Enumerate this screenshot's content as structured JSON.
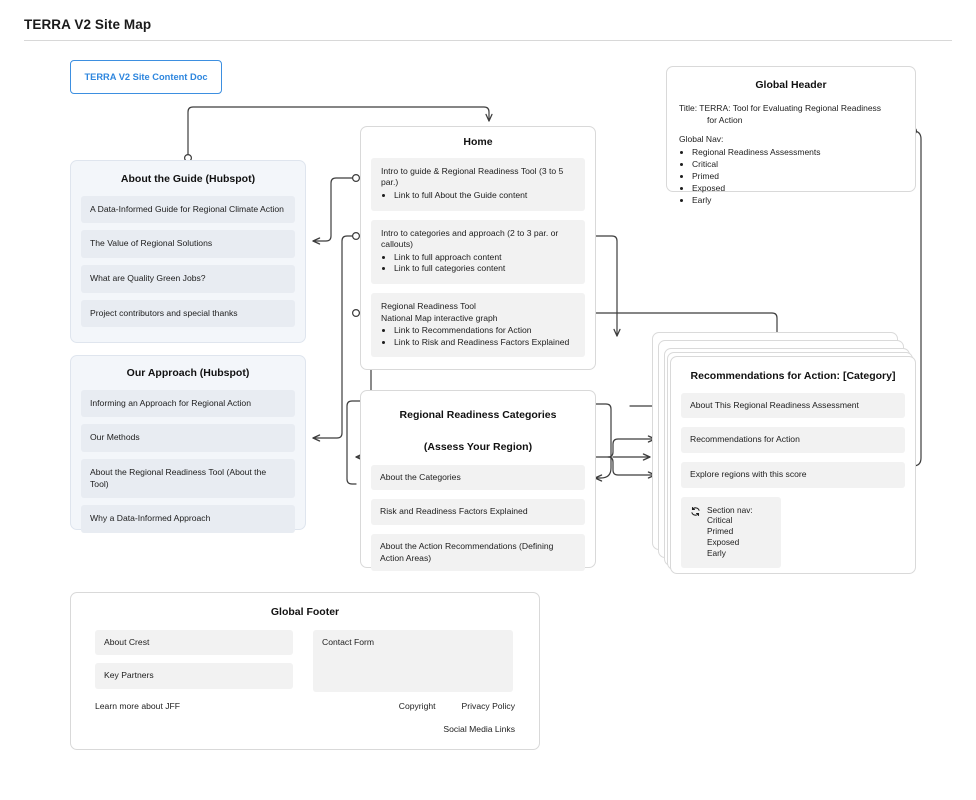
{
  "page": {
    "title": "TERRA V2 Site Map",
    "doc_link": "TERRA V2 Site Content Doc",
    "accent_blue": "#2e86de",
    "wire_color": "#3c3c3c"
  },
  "home": {
    "title": "Home",
    "blocks": [
      {
        "heading": "Intro to guide & Regional Readiness Tool (3 to 5 par.)",
        "bullets": [
          "Link to full About the Guide content"
        ]
      },
      {
        "heading": "Intro to categories and  approach (2 to 3 par. or callouts)",
        "bullets": [
          "Link to full approach content",
          "Link to full categories content"
        ]
      },
      {
        "heading": "Regional Readiness Tool",
        "heading2": "National Map interactive graph",
        "bullets": [
          "Link to Recommendations for Action",
          "Link to Risk and Readiness Factors Explained"
        ]
      }
    ]
  },
  "guide": {
    "title": "About the Guide (Hubspot)",
    "items": [
      "A Data-Informed Guide for Regional Climate Action",
      "The Value of Regional Solutions",
      "What are Quality Green Jobs?",
      "Project contributors and special thanks"
    ]
  },
  "approach": {
    "title": "Our Approach (Hubspot)",
    "items": [
      "Informing an Approach for Regional Action",
      "Our Methods",
      "About the Regional Readiness Tool (About the Tool)",
      "Why a Data-Informed Approach"
    ]
  },
  "categories": {
    "title_line1": "Regional Readiness Categories",
    "title_line2": "(Assess Your Region)",
    "items": [
      "About the Categories",
      "Risk and Readiness Factors Explained",
      "About the Action Recommendations (Defining Action Areas)"
    ]
  },
  "global_header": {
    "title": "Global Header",
    "title_label": "Title: TERRA: Tool for Evaluating Regional Readiness",
    "title_label_cont": "for Action",
    "nav_label": "Global Nav:",
    "nav_items": [
      "Regional Readiness Assessments",
      "Critical",
      "Primed",
      "Exposed",
      "Early"
    ]
  },
  "recommendations": {
    "title": "Recommendations for Action: [Category]",
    "items": [
      "About This Regional Readiness Assessment",
      "Recommendations for Action",
      "Explore regions with this score"
    ],
    "section_nav_label": "Section nav:",
    "section_nav_items": [
      "Critical",
      "Primed",
      "Exposed",
      "Early"
    ],
    "stack_layers": 4
  },
  "footer": {
    "title": "Global Footer",
    "left_items": [
      "About Crest",
      "Key Partners"
    ],
    "right_item": "Contact Form",
    "learn_more": "Learn more about JFF",
    "copyright": "Copyright",
    "privacy": "Privacy Policy",
    "social": "Social Media Links"
  }
}
